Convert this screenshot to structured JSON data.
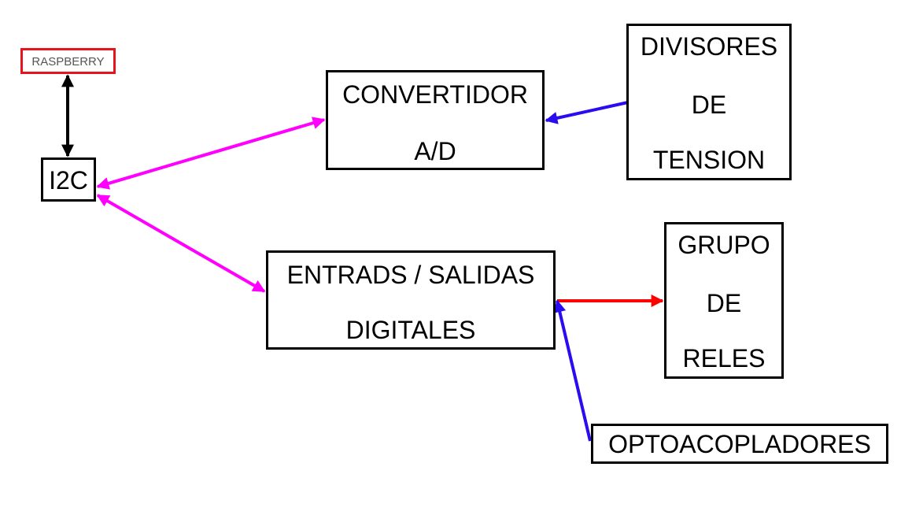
{
  "diagram": {
    "nodes": {
      "raspberry": {
        "lines": [
          "RASPBERRY"
        ]
      },
      "i2c": {
        "lines": [
          "I2C"
        ]
      },
      "convertidor": {
        "lines": [
          "CONVERTIDOR",
          "A/D"
        ]
      },
      "divisores": {
        "lines": [
          "DIVISORES",
          "DE",
          "TENSION"
        ]
      },
      "entradas": {
        "lines": [
          "ENTRADS / SALIDAS",
          "DIGITALES"
        ]
      },
      "grupo": {
        "lines": [
          "GRUPO",
          "DE",
          "RELES"
        ]
      },
      "opto": {
        "lines": [
          "OPTOACOPLADORES"
        ]
      }
    },
    "edges": [
      {
        "from": "raspberry",
        "to": "i2c",
        "direction": "both",
        "color": "#000000"
      },
      {
        "from": "i2c",
        "to": "convertidor",
        "direction": "both",
        "color": "#ff00ff"
      },
      {
        "from": "i2c",
        "to": "entradas",
        "direction": "both",
        "color": "#ff00ff"
      },
      {
        "from": "divisores",
        "to": "convertidor",
        "direction": "forward",
        "color": "#2a0cf0"
      },
      {
        "from": "entradas",
        "to": "grupo",
        "direction": "forward",
        "color": "#ff0000"
      },
      {
        "from": "opto",
        "to": "entradas",
        "direction": "forward",
        "color": "#2a0cf0"
      }
    ],
    "colors": {
      "raspberry_border": "#e8141c",
      "box_border": "#000000"
    }
  }
}
